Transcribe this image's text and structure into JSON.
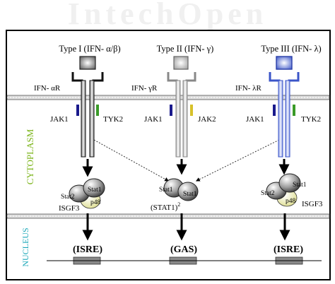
{
  "compartments": {
    "cytoplasm": "CYTOPLASM",
    "nucleus": "NUCLEUS"
  },
  "watermark": "IntechOpen",
  "type1": {
    "title": "Type I (IFN- α/β)",
    "receptor": "IFN- αR",
    "kinase_left": "JAK1",
    "kinase_right": "TYK2",
    "stat_top": "Stat1",
    "stat_left": "Stat2",
    "stat_small": "p48",
    "complex": "ISGF3",
    "element": "(ISRE)"
  },
  "type2": {
    "title": "Type II (IFN- γ)",
    "receptor": "IFN- γR",
    "kinase_left": "JAK1",
    "kinase_right": "JAK2",
    "stat_left": "Stat1",
    "stat_right": "Stat1",
    "complex": "(STAT1)",
    "complex_sup": "2",
    "element": "(GAS)"
  },
  "type3": {
    "title": "Type III (IFN- λ)",
    "receptor": "IFN- λR",
    "kinase_left": "JAK1",
    "kinase_right": "TYK2",
    "stat_top": "Stat1",
    "stat_left": "Stat2",
    "stat_small": "p48",
    "complex": "ISGF3",
    "element": "(ISRE)"
  },
  "colors": {
    "cytoplasm_label": "#7ab317",
    "nucleus_label": "#1aa7b8",
    "type3_receptor": "#3b55c8",
    "jak1_box": "#1a1a8c",
    "tyk2_box": "#3a9a28",
    "jak2_box": "#d7c12a"
  }
}
